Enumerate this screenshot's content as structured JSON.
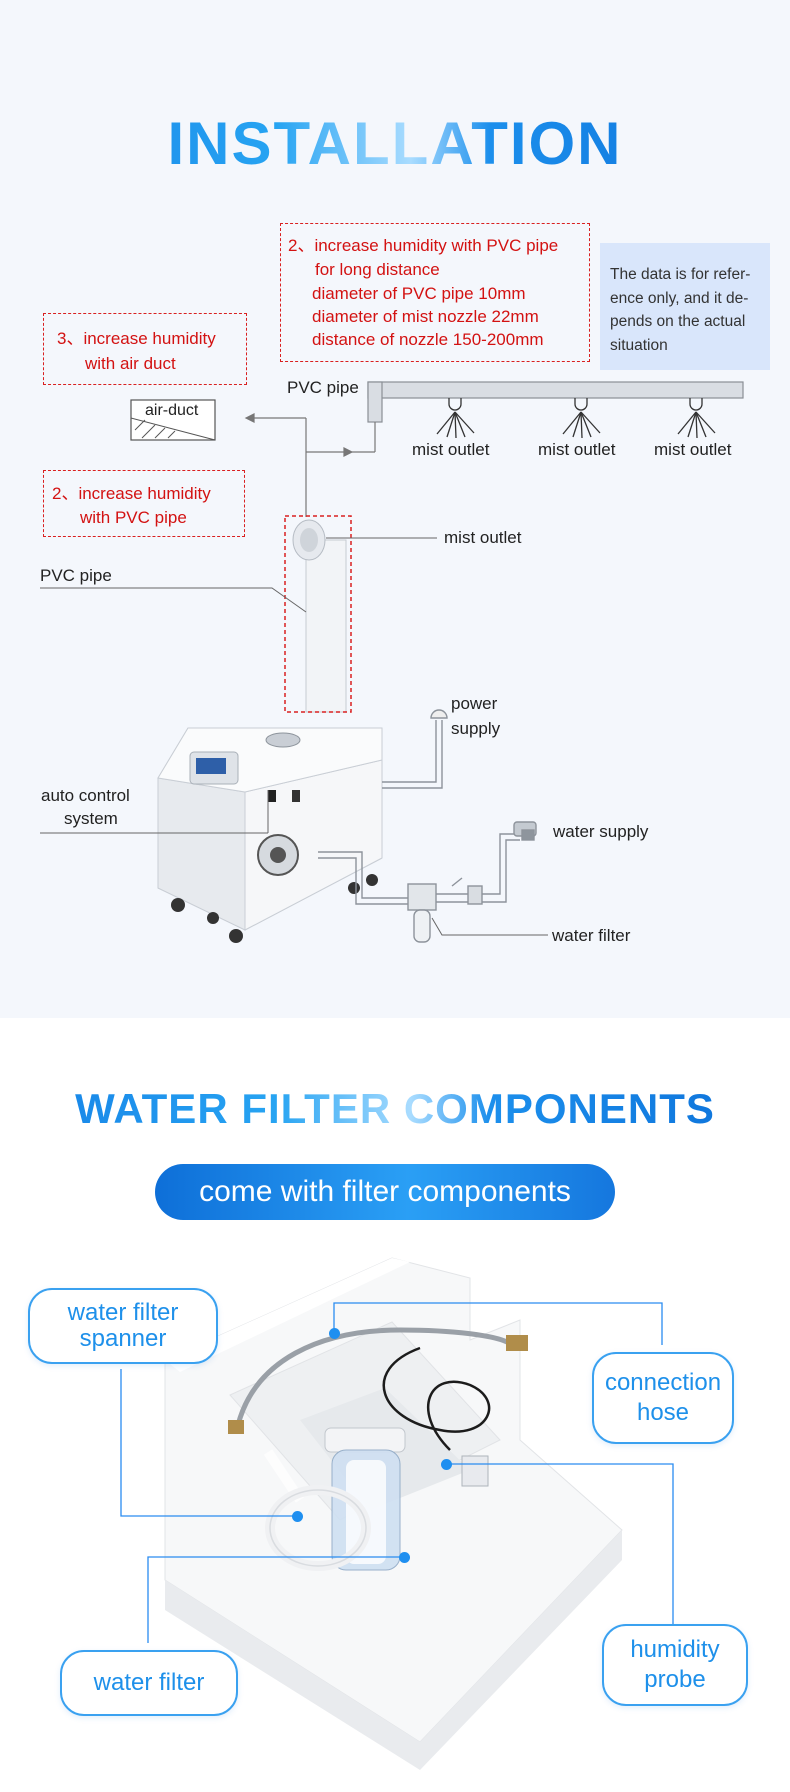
{
  "installation": {
    "title": "INSTALLATION",
    "option_pvc_long": {
      "heading": "2、increase humidity with PVC pipe",
      "line1": "for long distance",
      "line2": "diameter of PVC pipe 10mm",
      "line3": "diameter of mist nozzle 22mm",
      "line4": "distance of nozzle 150-200mm"
    },
    "note": "The data is for refer-ence only, and it de-pends on the actual situation",
    "option_air_duct": {
      "line1": "3、increase humidity",
      "line2": "with air duct"
    },
    "option_pvc": {
      "line1": "2、increase humidity",
      "line2": "with PVC pipe"
    },
    "labels": {
      "pvc_pipe_top": "PVC pipe",
      "air_duct": "air-duct",
      "mist_outlet_1": "mist outlet",
      "mist_outlet_2": "mist outlet",
      "mist_outlet_3": "mist outlet",
      "mist_outlet_main": "mist outlet",
      "pvc_pipe_left": "PVC pipe",
      "power_supply_1": "power",
      "power_supply_2": "supply",
      "auto_control_1": "auto control",
      "auto_control_2": "system",
      "water_supply": "water supply",
      "water_filter": "water filter"
    }
  },
  "components": {
    "title": "WATER FILTER COMPONENTS",
    "subtitle": "come with filter components",
    "labels": {
      "spanner_1": "water filter",
      "spanner_2": "spanner",
      "hose_1": "connection",
      "hose_2": "hose",
      "filter": "water filter",
      "probe_1": "humidity",
      "probe_2": "probe"
    }
  },
  "colors": {
    "title_blue": "#1580e6",
    "red_text": "#d31212",
    "note_bg": "#d9e6fb",
    "pill_blue": "#1a86e8"
  }
}
